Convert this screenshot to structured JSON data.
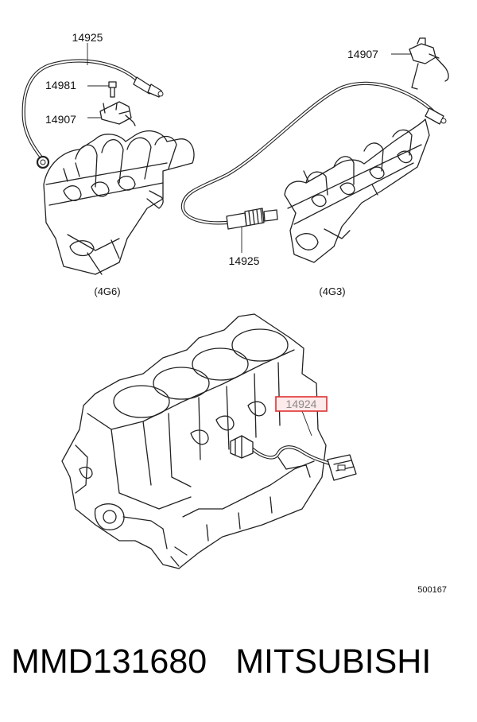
{
  "diagram": {
    "top_left": {
      "part_labels": [
        "14925",
        "14981",
        "14907"
      ],
      "caption": "(4G6)"
    },
    "top_right": {
      "part_labels": [
        "14907",
        "14925"
      ],
      "caption": "(4G3)"
    },
    "bottom": {
      "highlighted_part": "14924",
      "highlight_color": "#e03030"
    },
    "figure_code": "500167"
  },
  "footer": {
    "part_number": "MMD131680",
    "brand": "MITSUBISHI"
  }
}
